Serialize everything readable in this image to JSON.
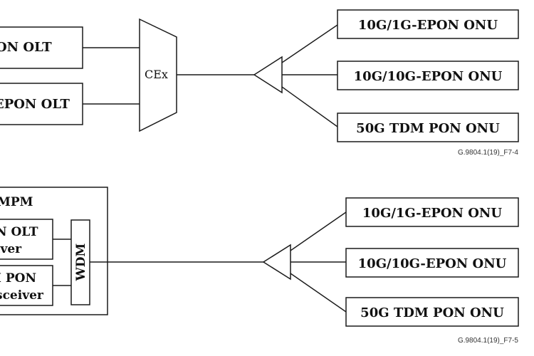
{
  "figure_top": {
    "olt_1": "ON OLT",
    "olt_2": "EPON OLT",
    "cex": "CEx",
    "onus": [
      "10G/1G-EPON ONU",
      "10G/10G-EPON ONU",
      "50G TDM PON ONU"
    ],
    "ref": "G.9804.1(19)_F7-4"
  },
  "figure_bottom": {
    "mpm": "MPM",
    "olt_line1": "N OLT",
    "olt_line2": "iver",
    "pon_line1": "I PON",
    "pon_line2": "sceiver",
    "wdm": "WDM",
    "onus": [
      "10G/1G-EPON ONU",
      "10G/10G-EPON ONU",
      "50G TDM PON ONU"
    ],
    "ref": "G.9804.1(19)_F7-5"
  }
}
